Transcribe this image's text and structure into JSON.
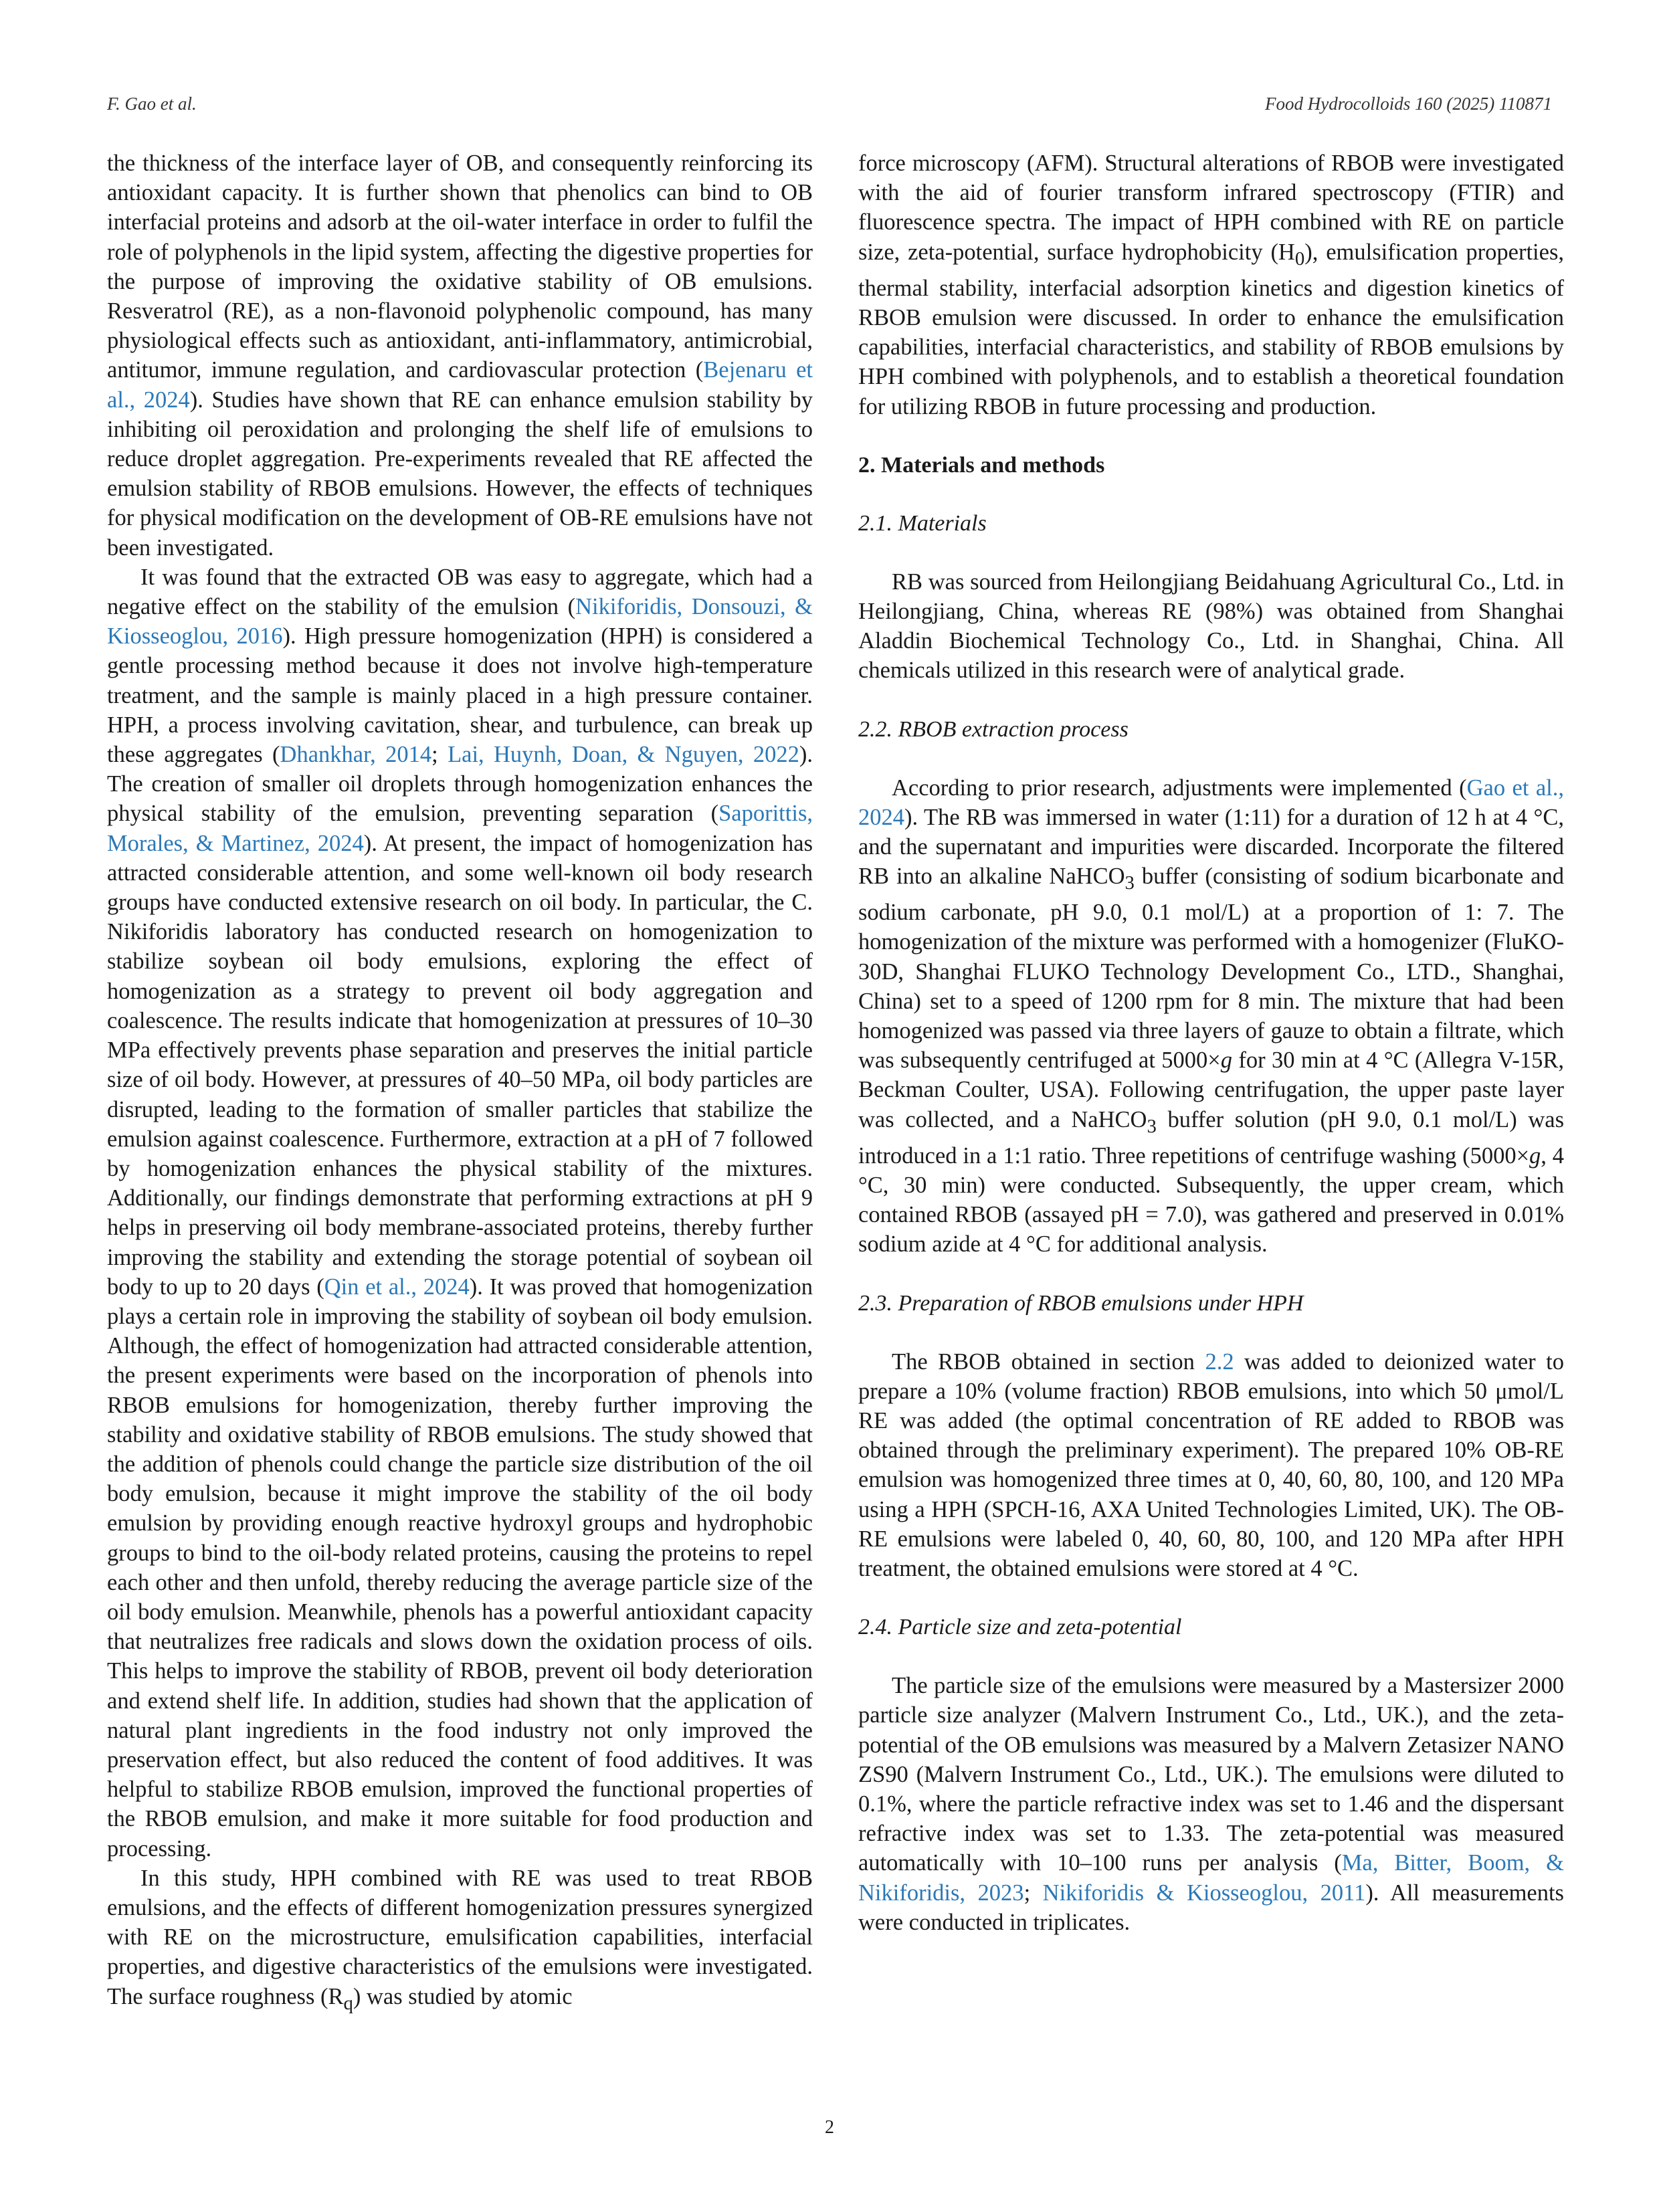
{
  "header": {
    "left": "F. Gao et al.",
    "right": "Food Hydrocolloids 160 (2025) 110871"
  },
  "left_col": {
    "p1": [
      "the thickness of the interface layer of OB, and consequently reinforcing its antioxidant capacity. It is further shown that phenolics can bind to OB interfacial proteins and adsorb at the oil-water interface in order to fulfil the role of polyphenols in the lipid system, affecting the digestive properties for the purpose of improving the oxidative stability of OB emulsions. Resveratrol (RE), as a non-flavonoid polyphenolic compound, has many physiological effects such as antioxidant, anti-inflammatory, antimicrobial, antitumor, immune regulation, and cardiovascular protection (",
      "Bejenaru et al., 2024",
      "). Studies have shown that RE can enhance emulsion stability by inhibiting oil peroxidation and prolonging the shelf life of emulsions to reduce droplet aggregation. Pre-experiments revealed that RE affected the emulsion stability of RBOB emulsions. However, the effects of techniques for physical modification on the development of OB-RE emulsions have not been investigated."
    ],
    "p2": [
      "It was found that the extracted OB was easy to aggregate, which had a negative effect on the stability of the emulsion (",
      "Nikiforidis, Donsouzi, & Kiosseoglou, 2016",
      "). High pressure homogenization (HPH) is considered a gentle processing method because it does not involve high-temperature treatment, and the sample is mainly placed in a high pressure container. HPH, a process involving cavitation, shear, and turbulence, can break up these aggregates (",
      "Dhankhar, 2014",
      "; ",
      "Lai, Huynh, Doan, & Nguyen, 2022",
      "). The creation of smaller oil droplets through homogenization enhances the physical stability of the emulsion, preventing separation (",
      "Saporittis, Morales, & Martinez, 2024",
      "). At present, the impact of homogenization has attracted considerable attention, and some well-known oil body research groups have conducted extensive research on oil body. In particular, the C. Nikiforidis laboratory has conducted research on homogenization to stabilize soybean oil body emulsions, exploring the effect of homogenization as a strategy to prevent oil body aggregation and coalescence. The results indicate that homogenization at pressures of 10–30 MPa effectively prevents phase separation and preserves the initial particle size of oil body. However, at pressures of 40–50 MPa, oil body particles are disrupted, leading to the formation of smaller particles that stabilize the emulsion against coalescence. Furthermore, extraction at a pH of 7 followed by homogenization enhances the physical stability of the mixtures. Additionally, our findings demonstrate that performing extractions at pH 9 helps in preserving oil body membrane-associated proteins, thereby further improving the stability and extending the storage potential of soybean oil body to up to 20 days (",
      "Qin et al., 2024",
      "). It was proved that homogenization plays a certain role in improving the stability of soybean oil body emulsion. Although, the effect of homogenization had attracted considerable attention, the present experiments were based on the incorporation of phenols into RBOB emulsions for homogenization, thereby further improving the stability and oxidative stability of RBOB emulsions. The study showed that the addition of phenols could change the particle size distribution of the oil body emulsion, because it might improve the stability of the oil body emulsion by providing enough reactive hydroxyl groups and hydrophobic groups to bind to the oil-body related proteins, causing the proteins to repel each other and then unfold, thereby reducing the average particle size of the oil body emulsion. Meanwhile, phenols has a powerful antioxidant capacity that neutralizes free radicals and slows down the oxidation process of oils. This helps to improve the stability of RBOB, prevent oil body deterioration and extend shelf life. In addition, studies had shown that the application of natural plant ingredients in the food industry not only improved the preservation effect, but also reduced the content of food additives. It was helpful to stabilize RBOB emulsion, improved the functional properties of the RBOB emulsion, and make it more suitable for food production and processing."
    ],
    "p3": [
      "In this study, HPH combined with RE was used to treat RBOB emulsions, and the effects of different homogenization pressures synergized with RE on the microstructure, emulsification capabilities, interfacial properties, and digestive characteristics of the emulsions were investigated. The surface roughness (R",
      "q",
      ") was studied by atomic"
    ]
  },
  "right_col": {
    "p1": [
      "force microscopy (AFM). Structural alterations of RBOB were investigated with the aid of fourier transform infrared spectroscopy (FTIR) and fluorescence spectra. The impact of HPH combined with RE on particle size, zeta-potential, surface hydrophobicity (H",
      "0",
      "), emulsification properties, thermal stability, interfacial adsorption kinetics and digestion kinetics of RBOB emulsion were discussed. In order to enhance the emulsification capabilities, interfacial characteristics, and stability of RBOB emulsions by HPH combined with polyphenols, and to establish a theoretical foundation for utilizing RBOB in future processing and production."
    ],
    "sec2": "2.  Materials and methods",
    "sec2_1": "2.1.  Materials",
    "p_materials": "RB was sourced from Heilongjiang Beidahuang Agricultural Co., Ltd. in Heilongjiang, China, whereas RE (98%) was obtained from Shanghai Aladdin Biochemical Technology Co., Ltd. in Shanghai, China. All chemicals utilized in this research were of analytical grade.",
    "sec2_2": "2.2.  RBOB extraction process",
    "p_extraction": [
      "According to prior research, adjustments were implemented (",
      "Gao et al., 2024",
      "). The RB was immersed in water (1:11) for a duration of 12 h at 4 °C, and the supernatant and impurities were discarded. Incorporate the filtered RB into an alkaline NaHCO",
      "3",
      " buffer (consisting of sodium bicarbonate and sodium carbonate, pH 9.0, 0.1 mol/L) at a proportion of 1: 7. The homogenization of the mixture was performed with a homogenizer (FluKO-30D, Shanghai FLUKO Technology Development Co., LTD., Shanghai, China) set to a speed of 1200 rpm for 8 min. The mixture that had been homogenized was passed via three layers of gauze to obtain a filtrate, which was subsequently centrifuged at 5000×",
      "g",
      " for 30 min at 4 °C (Allegra V-15R, Beckman Coulter, USA). Following centrifugation, the upper paste layer was collected, and a NaHCO",
      "3",
      " buffer solution (pH 9.0, 0.1 mol/L) was introduced in a 1:1 ratio. Three repetitions of centrifuge washing (5000×",
      "g",
      ", 4 °C, 30 min) were conducted. Subsequently, the upper cream, which contained RBOB (assayed pH = 7.0), was gathered and preserved in 0.01% sodium azide at 4 °C for additional analysis."
    ],
    "sec2_3": "2.3.  Preparation of RBOB emulsions under HPH",
    "p_prep": [
      "The RBOB obtained in section ",
      "2.2",
      " was added to deionized water to prepare a 10% (volume fraction) RBOB emulsions, into which 50 μmol/L RE was added (the optimal concentration of RE added to RBOB was obtained through the preliminary experiment). The prepared 10% OB-RE emulsion was homogenized three times at 0, 40, 60, 80, 100, and 120 MPa using a HPH (SPCH-16, AXA United Technologies Limited, UK). The OB-RE emulsions were labeled 0, 40, 60, 80, 100, and 120 MPa after HPH treatment, the obtained emulsions were stored at 4 °C."
    ],
    "sec2_4": "2.4.  Particle size and zeta-potential",
    "p_particle": [
      "The particle size of the emulsions were measured by a Mastersizer 2000 particle size analyzer (Malvern Instrument Co., Ltd., UK.), and the zeta-potential of the OB emulsions was measured by a Malvern Zetasizer NANO ZS90 (Malvern Instrument Co., Ltd., UK.). The emulsions were diluted to 0.1%, where the particle refractive index was set to 1.46 and the dispersant refractive index was set to 1.33. The zeta-potential was measured automatically with 10–100 runs per analysis (",
      "Ma, Bitter, Boom, & Nikiforidis, 2023",
      "; ",
      "Nikiforidis & Kiosseoglou, 2011",
      "). All measurements were conducted in triplicates."
    ]
  },
  "page_number": "2"
}
